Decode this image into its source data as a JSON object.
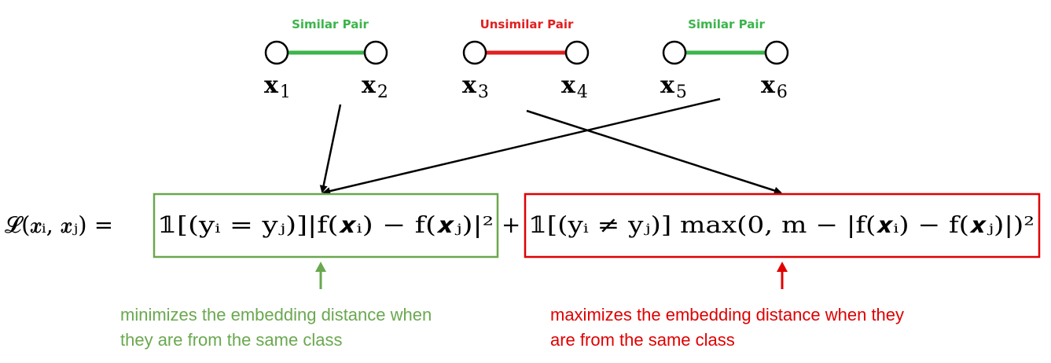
{
  "colors": {
    "similar": "#3cb44b",
    "unsimilar": "#e02020",
    "green_box": "#6aa84f",
    "red_box": "#e00000",
    "arrow": "#000000"
  },
  "pairs": [
    {
      "label": "Similar Pair",
      "kind": "similar",
      "left": {
        "symbol": "x",
        "sub": "1"
      },
      "right": {
        "symbol": "x",
        "sub": "2"
      }
    },
    {
      "label": "Unsimilar Pair",
      "kind": "unsimilar",
      "left": {
        "symbol": "x",
        "sub": "3"
      },
      "right": {
        "symbol": "x",
        "sub": "4"
      }
    },
    {
      "label": "Similar Pair",
      "kind": "similar",
      "left": {
        "symbol": "x",
        "sub": "5"
      },
      "right": {
        "symbol": "x",
        "sub": "6"
      }
    }
  ],
  "formula": {
    "lhs": "𝓛(𝒙ᵢ, 𝒙ⱼ) =",
    "similar_term": "𝟙[(yᵢ = yⱼ)]|f(𝒙ᵢ) − f(𝒙ⱼ)|²",
    "plus": "+",
    "unsimilar_term": "𝟙[(yᵢ ≠ yⱼ)] max(0, m − |f(𝒙ᵢ) − f(𝒙ⱼ)|)²"
  },
  "notes": {
    "similar_line1": "minimizes the embedding distance when",
    "similar_line2": "they are from the same class",
    "unsimilar_line1": "maximizes the embedding distance when they",
    "unsimilar_line2": "are from the same class"
  }
}
